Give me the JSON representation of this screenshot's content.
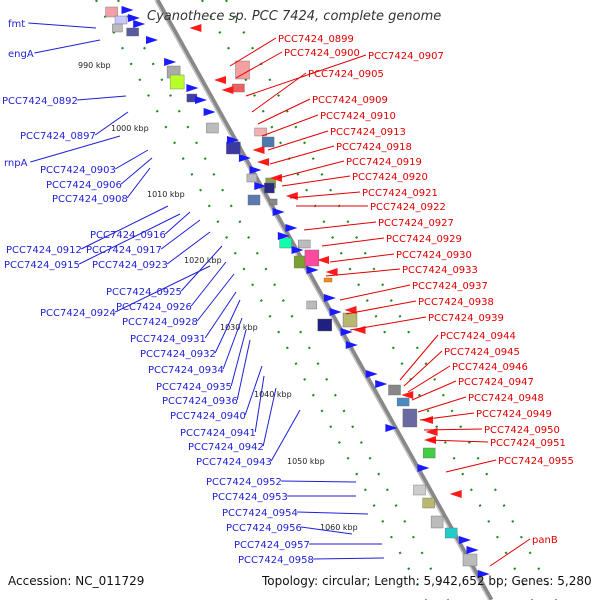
{
  "title": "Cyanothece sp. PCC 7424, complete genome",
  "footer": {
    "accession": "Accession: NC_011729",
    "topology": "Topology: circular; Length: 5,942,652 bp; Genes: 5,280"
  },
  "colors": {
    "left_label": "#1f1fd6",
    "right_label": "#e00000",
    "backbone": "#888888",
    "tick_dots": "#1e8c1e",
    "forward_arrow": "#1a1aff",
    "reverse_arrow": "#ff1a1a"
  },
  "kbp_labels": [
    "990 kbp",
    "1000 kbp",
    "1010 kbp",
    "1020 kbp",
    "1030 kbp",
    "1040 kbp",
    "1050 kbp",
    "1060 kbp"
  ],
  "left_labels": [
    "fmt",
    "engA",
    "PCC7424_0892",
    "PCC7424_0897",
    "rnpA",
    "PCC7424_0903",
    "PCC7424_0906",
    "PCC7424_0908",
    "PCC7424_0916",
    "PCC7424_0912",
    "PCC7424_0917",
    "PCC7424_0915",
    "PCC7424_0923",
    "PCC7424_0925",
    "PCC7424_0926",
    "PCC7424_0924",
    "PCC7424_0928",
    "PCC7424_0931",
    "PCC7424_0932",
    "PCC7424_0934",
    "PCC7424_0935",
    "PCC7424_0936",
    "PCC7424_0940",
    "PCC7424_0941",
    "PCC7424_0942",
    "PCC7424_0943",
    "PCC7424_0952",
    "PCC7424_0953",
    "PCC7424_0954",
    "PCC7424_0956",
    "PCC7424_0957",
    "PCC7424_0958"
  ],
  "right_labels": [
    "PCC7424_0899",
    "PCC7424_0900",
    "PCC7424_0907",
    "PCC7424_0905",
    "PCC7424_0909",
    "PCC7424_0910",
    "PCC7424_0913",
    "PCC7424_0918",
    "PCC7424_0919",
    "PCC7424_0920",
    "PCC7424_0921",
    "PCC7424_0922",
    "PCC7424_0927",
    "PCC7424_0929",
    "PCC7424_0930",
    "PCC7424_0933",
    "PCC7424_0937",
    "PCC7424_0938",
    "PCC7424_0939",
    "PCC7424_0944",
    "PCC7424_0945",
    "PCC7424_0946",
    "PCC7424_0947",
    "PCC7424_0948",
    "PCC7424_0949",
    "PCC7424_0950",
    "PCC7424_0951",
    "PCC7424_0955",
    "panB"
  ]
}
